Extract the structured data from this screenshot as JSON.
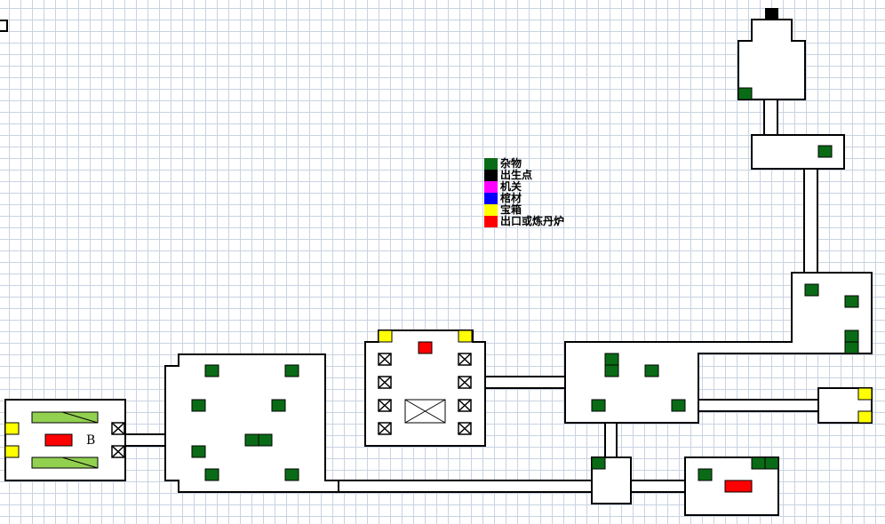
{
  "legend": {
    "items": [
      {
        "label": "杂物",
        "color": "#0a6b16"
      },
      {
        "label": "出生点",
        "color": "#000000"
      },
      {
        "label": "机关",
        "color": "#ff00ff"
      },
      {
        "label": "棺材",
        "color": "#0000ff"
      },
      {
        "label": "宝箱",
        "color": "#ffff00"
      },
      {
        "label": "出口或炼丹炉",
        "color": "#ff0000"
      }
    ]
  },
  "room_b": {
    "label": "B"
  },
  "colors": {
    "wall": "#000000",
    "floor": "#ffffff",
    "grid": "#c9d3e2",
    "misc": "#0a6b16",
    "spawn": "#000000",
    "chest": "#ffff00",
    "exit": "#ff0000",
    "platform": "#92d050"
  }
}
